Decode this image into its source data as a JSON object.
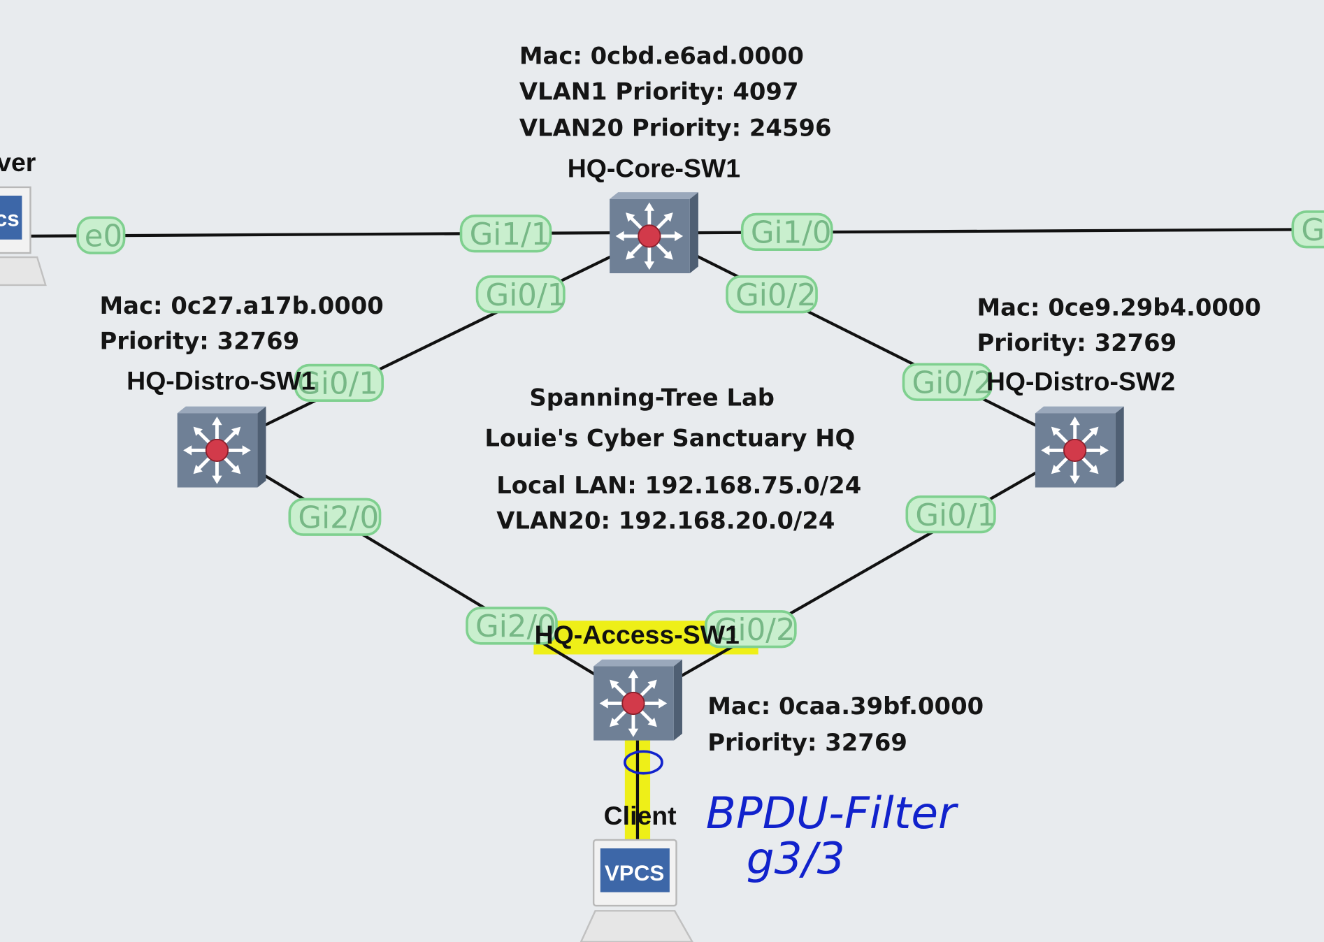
{
  "diagram": {
    "title": "Spanning-Tree Lab",
    "subtitle": "Louie's Cyber Sanctuary HQ",
    "lan_line": "Local LAN: 192.168.75.0/24",
    "vlan20_line": "VLAN20: 192.168.20.0/24"
  },
  "server": {
    "label_fragment": "ver",
    "icon_fragment": "cs",
    "port": "e0"
  },
  "core": {
    "mac": "Mac: 0cbd.e6ad.0000",
    "vlan1_priority": "VLAN1 Priority: 4097",
    "vlan20_priority": "VLAN20 Priority: 24596",
    "name": "HQ-Core-SW1",
    "ports": {
      "left": "Gi1/1",
      "right": "Gi1/0",
      "down_left": "Gi0/1",
      "down_right": "Gi0/2"
    }
  },
  "right_edge_port_fragment": "G",
  "distro1": {
    "mac": "Mac: 0c27.a17b.0000",
    "priority": "Priority: 32769",
    "name": "HQ-Distro-SW1",
    "ports": {
      "up": "Gi0/1",
      "down": "Gi2/0"
    }
  },
  "distro2": {
    "mac": "Mac: 0ce9.29b4.0000",
    "priority": "Priority: 32769",
    "name": "HQ-Distro-SW2",
    "ports": {
      "up": "Gi0/2",
      "down": "Gi0/1"
    }
  },
  "access": {
    "name": "HQ-Access-SW1",
    "mac": "Mac: 0caa.39bf.0000",
    "priority": "Priority: 32769",
    "ports": {
      "left": "Gi2/0",
      "right": "Gi0/2"
    }
  },
  "client": {
    "name": "Client",
    "icon_label": "VPCS"
  },
  "annotation": {
    "line1": "BPDU-Filter",
    "line2": "g3/3",
    "ink_color": "#1122cc",
    "highlight_color": "#eef000"
  },
  "colors": {
    "background": "#e8ebee",
    "port_pill_fill": "#c9efce",
    "port_pill_border": "#7fd08f",
    "port_text": "#77b886",
    "switch_body": "#6f8096"
  }
}
